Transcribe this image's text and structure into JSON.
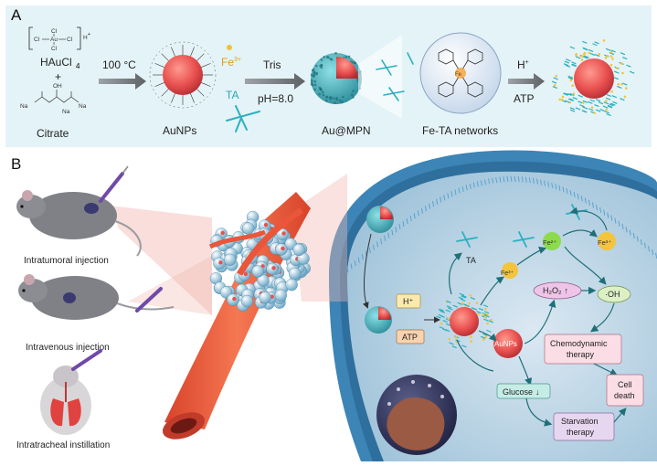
{
  "panel_a": {
    "letter": "A",
    "reagent_formula_cl_top": "Cl",
    "reagent_formula_cl_left": "Cl",
    "reagent_formula_au": "Au",
    "reagent_formula_cl_right": "Cl",
    "reagent_formula_cl_bottom": "Cl",
    "reagent_formula_h": "H",
    "reagent_formula_h_sup": "+",
    "haucl4_label": "HAuCl",
    "haucl4_sub": "4",
    "plus": "+",
    "citrate_label": "Citrate",
    "citrate_na1": "Na",
    "citrate_na2": "Na",
    "citrate_na3": "Na",
    "citrate_oh": "OH",
    "temp_label": "100 °C",
    "aunps_label": "AuNPs",
    "fe_label": "Fe",
    "fe_sup": "3+",
    "ta_label": "TA",
    "tris_label": "Tris",
    "ph_label": "pH=8.0",
    "au_mpn_label": "Au@MPN",
    "fe_ta_label": "Fe-TA networks",
    "h_label": "H",
    "h_sup": "+",
    "atp_label": "ATP"
  },
  "panel_b": {
    "letter": "B",
    "intratumoral_label": "Intratumoral injection",
    "intravenous_label": "Intravenous injection",
    "intratracheal_label": "Intratracheal instillation",
    "h_plus_box": "H⁺",
    "atp_box": "ATP",
    "ta_cell_label": "TA",
    "fe3_cell_label": "Fe³⁺",
    "fe2_bubble": "Fe²⁺",
    "fe3_bubble": "Fe³⁺",
    "h2o2_label": "H₂O₂",
    "h2o2_arrow": "↑",
    "oh_label": "·OH",
    "aunps_cell_label": "AuNPs",
    "chemodynamic_label_1": "Chemodynamic",
    "chemodynamic_label_2": "therapy",
    "glucose_label": "Glucose",
    "glucose_arrow": "↓",
    "cell_death_1": "Cell",
    "cell_death_2": "death",
    "starvation_1": "Starvation",
    "starvation_2": "therapy"
  },
  "colors": {
    "panel_a_bg": "#e4f3f7",
    "gold_core": "#e8504f",
    "teal_shell": "#39a9b5",
    "vessel": "#f0623d",
    "membrane": "#2d75a6",
    "cytoplasm": "#a7c9dc",
    "fe2_fill": "#8ddb4c",
    "fe3_fill": "#f3c43c",
    "h2o2_fill": "#eec4e8",
    "oh_fill": "#ddf0c5",
    "chemo_fill": "#fbdde5",
    "death_fill": "#fbdde5",
    "glucose_fill": "#c6ece6",
    "starvation_fill": "#e7d6ef",
    "hplus_fill": "#fbe9b0",
    "atp_fill": "#f7d3b0"
  }
}
